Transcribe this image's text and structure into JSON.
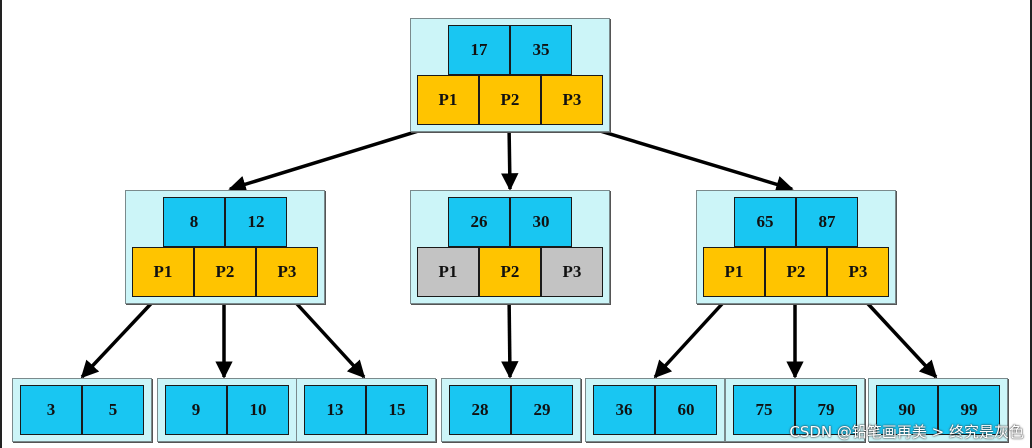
{
  "colors": {
    "node_background": "#ccf5f8",
    "key_cell": "#19c6f2",
    "pointer_cell": "#ffc400",
    "null_pointer_cell": "#c3c3c3",
    "edge": "#000000"
  },
  "tree": {
    "root": {
      "keys": [
        "17",
        "35"
      ],
      "pointers": [
        {
          "label": "P1",
          "active": true
        },
        {
          "label": "P2",
          "active": true
        },
        {
          "label": "P3",
          "active": true
        }
      ]
    },
    "internal": [
      {
        "keys": [
          "8",
          "12"
        ],
        "pointers": [
          {
            "label": "P1",
            "active": true
          },
          {
            "label": "P2",
            "active": true
          },
          {
            "label": "P3",
            "active": true
          }
        ]
      },
      {
        "keys": [
          "26",
          "30"
        ],
        "pointers": [
          {
            "label": "P1",
            "active": false
          },
          {
            "label": "P2",
            "active": true
          },
          {
            "label": "P3",
            "active": false
          }
        ]
      },
      {
        "keys": [
          "65",
          "87"
        ],
        "pointers": [
          {
            "label": "P1",
            "active": true
          },
          {
            "label": "P2",
            "active": true
          },
          {
            "label": "P3",
            "active": true
          }
        ]
      }
    ],
    "leaves": [
      {
        "keys": [
          "3",
          "5"
        ]
      },
      {
        "keys": [
          "9",
          "10"
        ]
      },
      {
        "keys": [
          "13",
          "15"
        ]
      },
      {
        "keys": [
          "28",
          "29"
        ]
      },
      {
        "keys": [
          "36",
          "60"
        ]
      },
      {
        "keys": [
          "75",
          "79"
        ]
      },
      {
        "keys": [
          "90",
          "99"
        ]
      }
    ]
  },
  "watermark": "CSDN @铅笔画再美 > 终究是灰色"
}
